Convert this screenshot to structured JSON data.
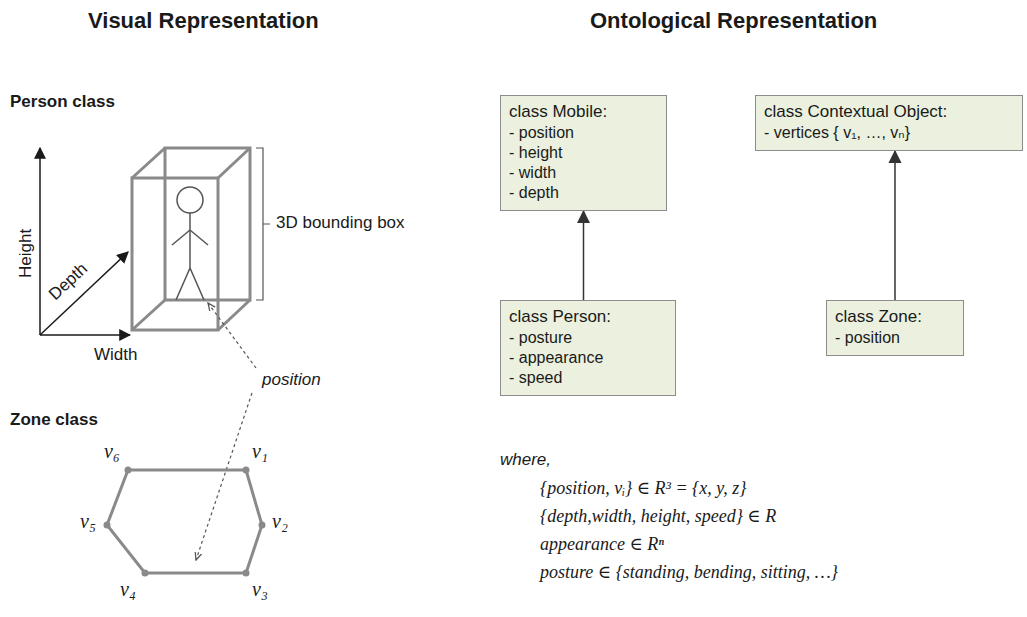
{
  "diagram": {
    "nodes": [
      {
        "text": [
          "class Mobile:",
          "- position",
          "- height",
          "- width",
          "- depth"
        ]
      },
      {
        "text": [
          "class Contextual Object:",
          "- vertices { v₁, …, vₙ}"
        ]
      },
      {
        "text": [
          "class Person:",
          "- posture",
          "- appearance",
          "- speed"
        ]
      },
      {
        "text": [
          "class Zone:",
          "- position"
        ]
      }
    ],
    "edges": [
      {
        "from": 2,
        "to": 0,
        "arrow": "to"
      },
      {
        "from": 3,
        "to": 1,
        "arrow": "to"
      }
    ],
    "labels": [
      "Visual Representation",
      "Ontological Representation",
      "Person class",
      "Height",
      "Depth",
      "Width",
      "3D bounding box",
      "position",
      "Zone class",
      "v₁",
      "v₂",
      "v₃",
      "v₄",
      "v₅",
      "v₆",
      "where,",
      "{position, vᵢ} ∈ R³ = {x, y, z}",
      "{depth,width, height, speed} ∈ R",
      "appearance ∈ Rⁿ",
      "posture ∈ {standing, bending, sitting, …}"
    ]
  }
}
